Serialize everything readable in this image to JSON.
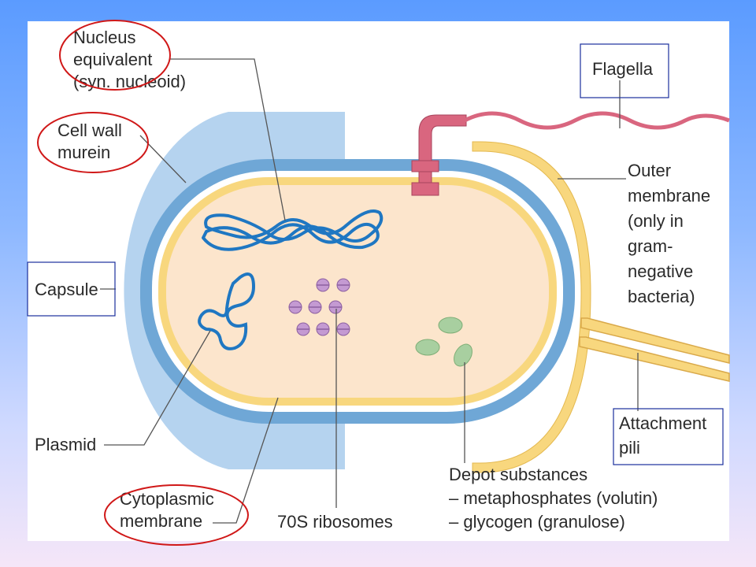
{
  "labels": {
    "nucleus_1": "Nucleus",
    "nucleus_2": "equivalent",
    "nucleus_3": "(syn. nucleoid)",
    "cellwall_1": "Cell wall",
    "cellwall_2": "murein",
    "capsule": "Capsule",
    "plasmid": "Plasmid",
    "cytoplasmic_1": "Cytoplasmic",
    "cytoplasmic_2": "membrane",
    "ribosomes": "70S ribosomes",
    "flagella": "Flagella",
    "outer_1": "Outer",
    "outer_2": "membrane",
    "outer_3": "(only in",
    "outer_4": "gram-",
    "outer_5": "negative",
    "outer_6": "bacteria)",
    "pili_1": "Attachment",
    "pili_2": "pili",
    "depot_1": "Depot substances",
    "depot_2": "– metaphosphates (volutin)",
    "depot_3": "– glycogen (granulose)"
  },
  "colors": {
    "capsule": "#b5d3ef",
    "cell_wall": "#6fa7d6",
    "membrane_yellow": "#f8d77e",
    "cytoplasm": "#fce5cc",
    "dna": "#1f77c2",
    "ribosome": "#c49ad2",
    "granule": "#a8cfa0",
    "flagellum": "#d9667f",
    "highlight_circle": "#d01818",
    "highlight_box": "#1a2f9c"
  }
}
